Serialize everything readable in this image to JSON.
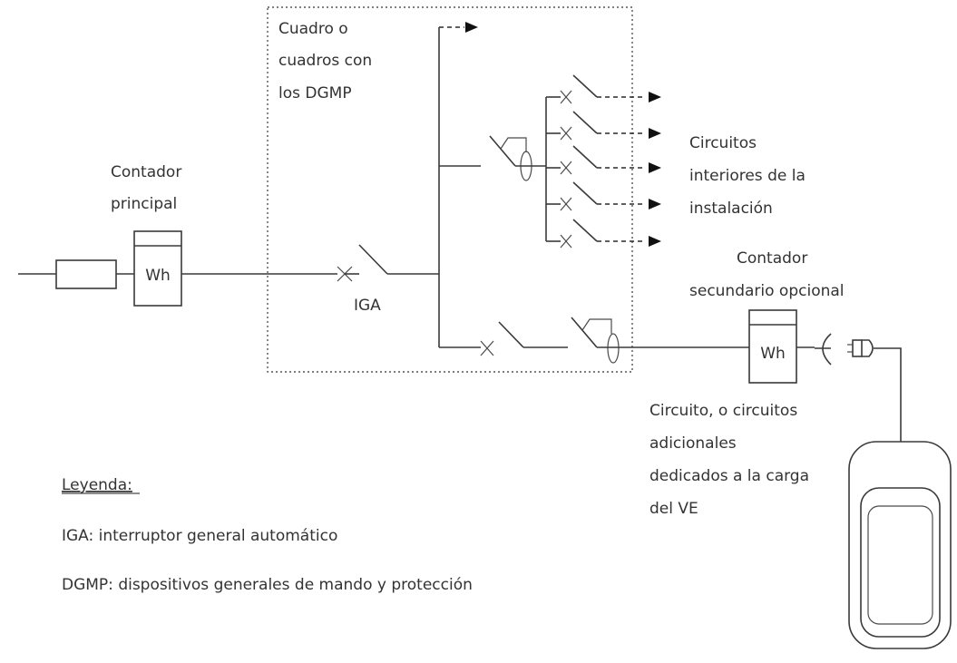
{
  "labels": {
    "panel_line1": "Cuadro o",
    "panel_line2": "cuadros con",
    "panel_line3": "los DGMP",
    "main_meter_line1": "Contador",
    "main_meter_line2": "principal",
    "meter_unit": "Wh",
    "iga": "IGA",
    "interior_line1": "Circuitos",
    "interior_line2": "interiores de la",
    "interior_line3": "instalación",
    "secondary_meter_line1": "Contador",
    "secondary_meter_line2": "secundario opcional",
    "ev_circuit_line1": "Circuito, o circuitos",
    "ev_circuit_line2": "adicionales",
    "ev_circuit_line3": "dedicados a la carga",
    "ev_circuit_line4": "del VE"
  },
  "legend": {
    "title": "Leyenda:",
    "items": [
      "IGA: interruptor general automático",
      "DGMP: dispositivos generales de mando y protección"
    ]
  },
  "colors": {
    "line": "#3a3a3a",
    "text": "#333333",
    "background": "#ffffff"
  }
}
